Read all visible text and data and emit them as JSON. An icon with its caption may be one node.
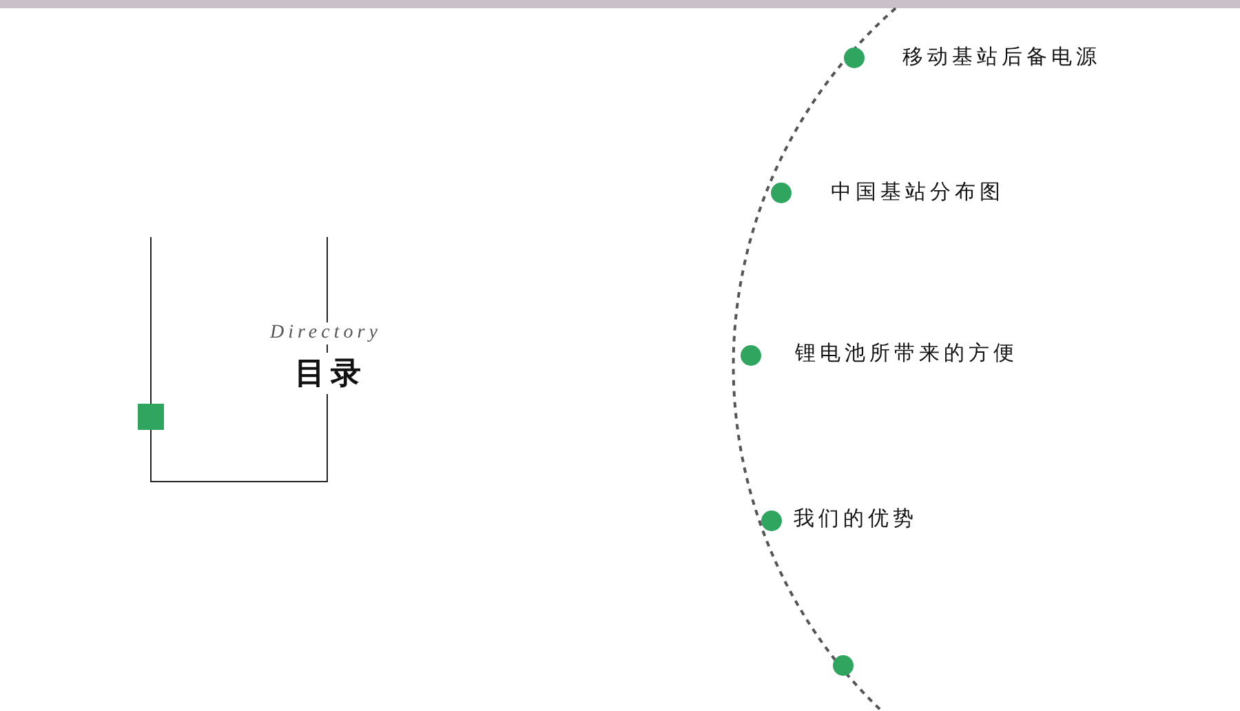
{
  "diagram": {
    "labels": [
      "Directory",
      "目录",
      "移动基站后备电源",
      "中国基站分布图",
      "锂电池所带来的方便",
      "我们的优势"
    ]
  }
}
